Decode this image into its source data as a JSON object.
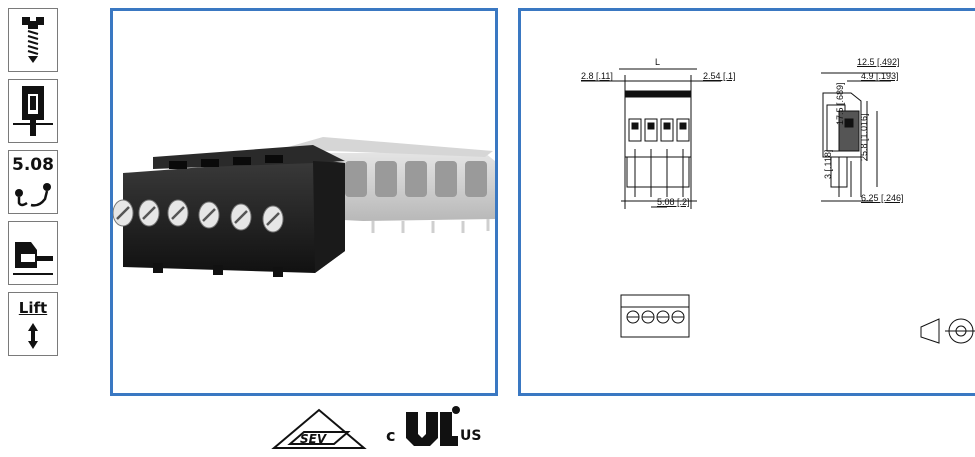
{
  "icons": {
    "pitch_label": "5.08",
    "lift_label": "Lift"
  },
  "drawing": {
    "dim_L": "L",
    "dim_left_margin": "2.8 [.11]",
    "dim_right_margin": "2.54 [.1]",
    "dim_pitch": "5.08 [.2]",
    "dim_top_width": "12.5 [.492]",
    "dim_inner_width": "4.9 [.193]",
    "dim_height_1": "17.5 [.689]",
    "dim_height_2": "25.8 [1.016]",
    "dim_height_3": "3 [.118]",
    "dim_bottom_width": "6.25 [.246]"
  },
  "certs": {
    "sev_label": "SEV",
    "ul_prefix": "c",
    "ul_suffix": "US"
  }
}
